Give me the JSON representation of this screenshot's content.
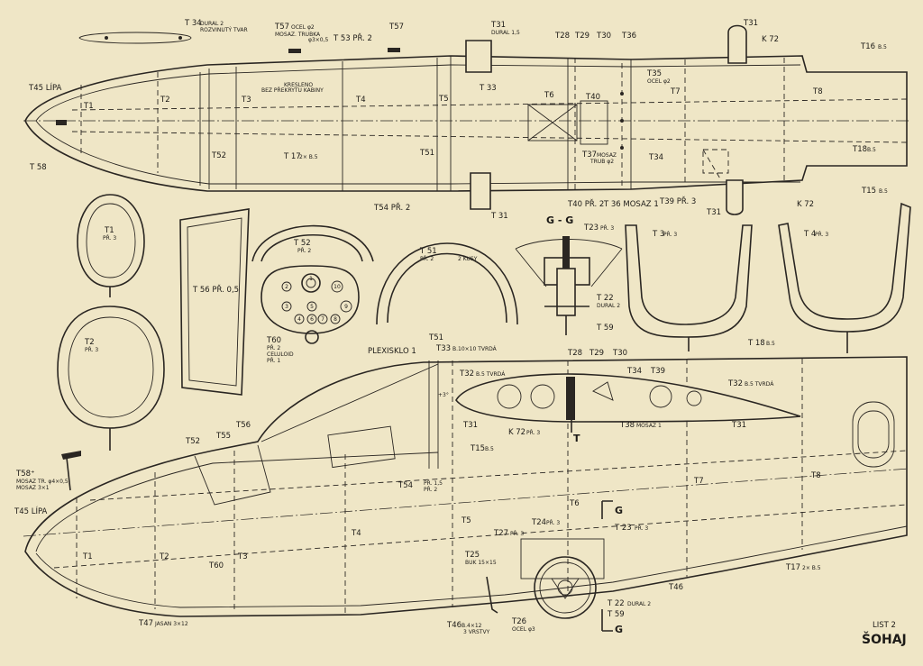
{
  "sheet": {
    "number": "LIST 2",
    "name": "ŠOHAJ"
  },
  "top_view": {
    "labels": {
      "t34": "T 34",
      "t34_note_1": "DURAL 2",
      "t34_note_2": "ROZVINUTÝ TVAR",
      "t57a": "T57",
      "t57a_note_1": "OCEL φ2",
      "t57a_note_2": "MOSAZ. TRUBKA",
      "t57a_note_3": "φ3×0,5",
      "t53": "T 53 PŘ. 2",
      "t57b": "T57",
      "t31a": "T31",
      "t31a_note": "DURAL 1,5",
      "t28": "T28",
      "t29": "T29",
      "t30": "T30",
      "t36a": "T36",
      "t31b": "T31",
      "k72a": "K 72",
      "t16": "T16",
      "t16_note": "B.5",
      "t45": "T45 LÍPA",
      "t1": "T1",
      "t58": "T 58",
      "t2": "T2",
      "kresleno_1": "KRESLENO",
      "kresleno_2": "BEZ PŘEKRYTU KABINY",
      "t3": "T3",
      "t4": "T4",
      "t5": "T5",
      "t33": "T 33",
      "t6": "T6",
      "t40": "T40",
      "t35": "T35",
      "t35_note": "OCEL φ2",
      "t7": "T7",
      "t8": "T8",
      "t52": "T52",
      "t17": "T 17",
      "t17_note": "2× B.5",
      "t51": "T51",
      "t37": "T37",
      "t37_note_1": "MOSAZ",
      "t37_note_2": "TRUB φ2",
      "t34b": "T34",
      "t18": "T18",
      "t18_note": "B.5",
      "t54": "T54 PŘ. 2",
      "t31c": "T 31",
      "t40b": "T40 PŘ. 2",
      "t36b": "T 36 MOSAZ 1",
      "t39": "T39 PŘ. 3",
      "t31d": "T31",
      "k72b": "K 72",
      "t15": "T15",
      "t15_note": "B.5"
    }
  },
  "parts": {
    "t1": "T1",
    "t1_note": "PŘ. 3",
    "t56": "T 56 PŘ. 0,5",
    "t52": "T 52",
    "t52_note": "PŘ. 2",
    "t51": "T 51",
    "t51_note": "PŘ. 2",
    "t51_kusy": "2 KUSY",
    "gg": "G - G",
    "t23": "T23",
    "t23_note": "PŘ. 3",
    "t22": "T 22",
    "t22_note": "DURAL 2",
    "t59": "T 59",
    "t3": "T 3",
    "t3_note": "PŘ. 3",
    "t4": "T 4",
    "t4_note": "PŘ. 3",
    "t2": "T2",
    "t2_note": "PŘ. 3",
    "t60": "T60",
    "t60_note_1": "PŘ. 2",
    "t60_note_2": "CELULOID",
    "t60_note_3": "PŘ. 1",
    "panel_dials": [
      "1",
      "2",
      "3",
      "4",
      "5",
      "6",
      "7",
      "8",
      "9",
      "10"
    ]
  },
  "side_view": {
    "labels": {
      "plexisklo": "PLEXISKLO 1",
      "t51": "T51",
      "t33": "T33",
      "t33_note": "B.10×10 TVRDÁ",
      "t32a": "T32",
      "t32a_note": "B.5 TVRDÁ",
      "t28": "T28",
      "t29": "T29",
      "t30": "T30",
      "t18": "T 18",
      "t18_note": "B.5",
      "t34": "T34",
      "t39": "T39",
      "t32b": "T32",
      "t32b_note": "B.5 TVRDÁ",
      "plus3": "+3°",
      "t31a": "T31",
      "k72": "K 72",
      "k72_note": "PŘ. 3",
      "t38": "T38",
      "t38_note": "MOSAZ 1",
      "t31b": "T31",
      "marker_t": "T",
      "t15": "T15",
      "t15_note": "B.5",
      "t56": "T56",
      "t55": "T55",
      "t52": "T52",
      "t58": "T58⁺",
      "t58_note_1": "MOSAZ TR. φ4×0,5",
      "t58_note_2": "MOSAZ 3×1",
      "t54": "T54",
      "t54_note_1": "PŘ. 1,5",
      "t54_note_2": "PŘ. 2",
      "t8": "T8",
      "t6": "T6",
      "t7": "T7",
      "gg_top": "G",
      "t45": "T45 LÍPA",
      "t5": "T5",
      "t24": "T24",
      "t24_note": "PŘ. 3",
      "t23": "T 23",
      "t23_note": "PŘ. 3",
      "t4": "T4",
      "t27": "T27",
      "t27_note": "PŘ. 3",
      "t1": "T1",
      "t2": "T2",
      "t3": "T3",
      "t60": "T60",
      "t25": "T25",
      "t25_note": "BUK 15×15",
      "t17": "T17",
      "t17_note": "2× B.5",
      "t46a": "T46",
      "t22": "T 22",
      "t22_note": "DURAL 2",
      "t59": "T 59",
      "t47": "T47",
      "t47_note": "JASAN 3×12",
      "t46b": "T46",
      "t46b_note_1": "B.4×12",
      "t46b_note_2": "3 VRSTVY",
      "t26": "T26",
      "t26_note": "OCEL φ3",
      "gg_bottom": "G"
    }
  }
}
